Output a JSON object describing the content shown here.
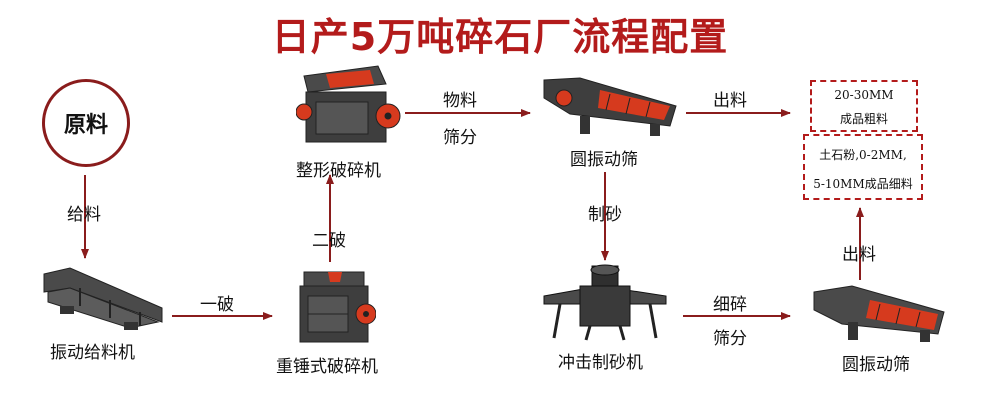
{
  "title": "日产5万吨碎石厂流程配置",
  "colors": {
    "title": "#b31b1b",
    "arrow": "#8a1c1c",
    "machine_body": "#3e3e3e",
    "machine_accent": "#d63a1e"
  },
  "nodes": {
    "raw_material": "原料",
    "vibrating_feeder": "振动给料机",
    "hammer_crusher": "重锤式破碎机",
    "shaping_crusher": "整形破碎机",
    "circular_screen_top": "圆振动筛",
    "sand_maker": "冲击制砂机",
    "circular_screen_bottom": "圆振动筛"
  },
  "edges": {
    "feed": "给料",
    "primary": "一破",
    "secondary": "二破",
    "material": "物料",
    "screen_top": "筛分",
    "output_top": "出料",
    "sand_making": "制砂",
    "fine_crush": "细碎",
    "screen_bottom": "筛分",
    "output_bottom": "出料"
  },
  "products": {
    "coarse_line1": "20-30MM",
    "coarse_line2": "成品粗料",
    "fine_line1": "土石粉,0-2MM,",
    "fine_line2": "5-10MM成品细料"
  }
}
